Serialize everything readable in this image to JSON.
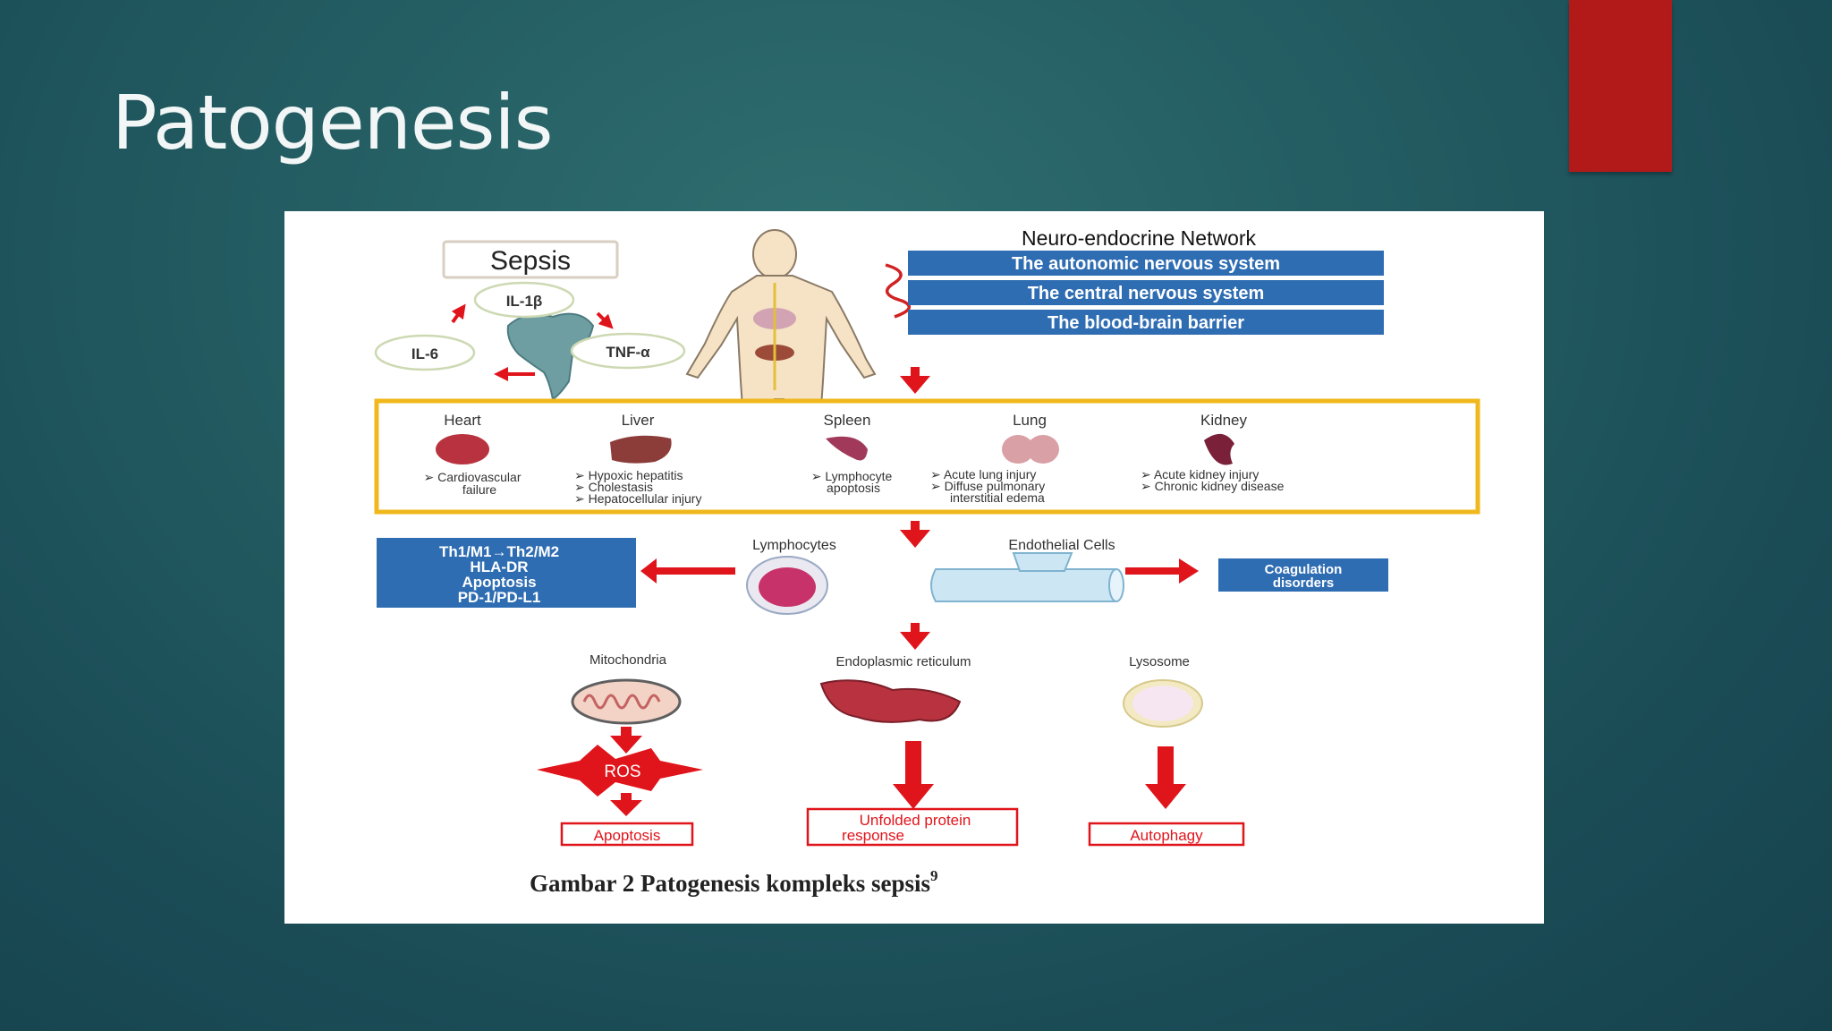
{
  "slide": {
    "title": "Patogenesis"
  },
  "figure": {
    "sepsis_label": "Sepsis",
    "cytokines": {
      "il1b": "IL-1β",
      "il6": "IL-6",
      "tnfa": "TNF-α"
    },
    "neuro": {
      "title": "Neuro-endocrine Network",
      "items": [
        "The autonomic nervous system",
        "The central nervous system",
        "The blood-brain barrier"
      ]
    },
    "organs": [
      {
        "name": "Heart",
        "lines": [
          "➢ Cardiovascular",
          "failure"
        ]
      },
      {
        "name": "Liver",
        "lines": [
          "➢ Hypoxic hepatitis",
          "➢ Cholestasis",
          "➢ Hepatocellular injury"
        ]
      },
      {
        "name": "Spleen",
        "lines": [
          "➢ Lymphocyte",
          "apoptosis"
        ]
      },
      {
        "name": "Lung",
        "lines": [
          "➢ Acute lung injury",
          "➢ Diffuse pulmonary",
          "interstitial edema"
        ]
      },
      {
        "name": "Kidney",
        "lines": [
          "➢ Acute kidney injury",
          "➢ Chronic kidney disease"
        ]
      }
    ],
    "immune_box": [
      "Th1/M1→Th2/M2",
      "HLA-DR",
      "Apoptosis",
      "PD-1/PD-L1"
    ],
    "lymphocytes_label": "Lymphocytes",
    "endothelial_label": "Endothelial Cells",
    "coagulation_box": [
      "Coagulation",
      "disorders"
    ],
    "mito_label": "Mitochondria",
    "er_label": "Endoplasmic reticulum",
    "lyso_label": "Lysosome",
    "ros_label": "ROS",
    "apoptosis_label": "Apoptosis",
    "upr_lines": [
      "Unfolded protein",
      "response"
    ],
    "autophagy_label": "Autophagy",
    "caption": "Gambar 2 Patogenesis kompleks sepsis",
    "caption_sup": "9"
  },
  "colors": {
    "accent_red": "#b21a1a",
    "blue": "#2f6db3",
    "yellow": "#f0b81c",
    "arrow_red": "#e0141b"
  }
}
